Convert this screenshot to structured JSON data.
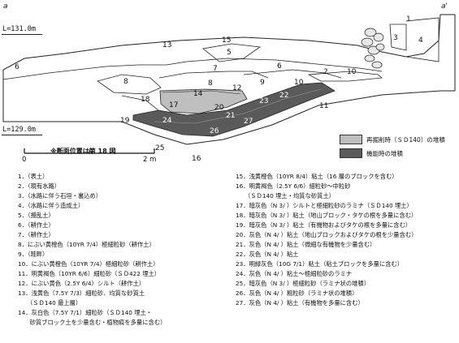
{
  "figure": {
    "corner_left": "a",
    "corner_right": "a'",
    "elev_top": "L=131.0m",
    "elev_bottom": "L=129.0m",
    "note": "※断面位置は第 18 図",
    "scale_zero": "0",
    "scale_two": "2 m",
    "layer_numbers": [
      "1",
      "2",
      "3",
      "4",
      "5",
      "6",
      "6",
      "7",
      "8",
      "8",
      "9",
      "10",
      "10",
      "11",
      "12",
      "13",
      "14",
      "15",
      "16",
      "17",
      "18",
      "19",
      "20",
      "21",
      "22",
      "23",
      "24",
      "25",
      "26",
      "27"
    ]
  },
  "legend": {
    "items": [
      {
        "label": "再掘削時（ＳＤ140）の堆積",
        "color": "#bfbfbf"
      },
      {
        "label": "機能時の堆積",
        "color": "#5a5a5a"
      }
    ]
  },
  "layers_left": [
    "1．（表土）",
    "2．（現有水路）",
    "3．（水路に伴う石垣・裏込め）",
    "4．（水路に伴う造成土）",
    "5．（攪乱土）",
    "6．（耕作土）",
    "7．（耕作土）",
    "8．にぶい黄橙色（10YR 7/4）極細粒砂（耕作土）",
    "9．（畦畔）",
    "10．にぶい黄橙色（10YR 7/4）極細粒砂（耕作土）",
    "11．明黄褐色（10YR 6/6）細粒砂（ＳＤ422 埋土）",
    "12．にぶい黄色（2.5Y 6/4）シルト（耕作土）",
    "13．浅黄色（7.5Y 7/3）細粒砂、均質な砂質土",
    "　　（ＳＤ140 最上層）",
    "14．灰白色（7.5Y 7/1）細粒砂（ＳＤ140 埋土・",
    "　　砂質ブロック土を少量含む・植物痕を多量に含む）"
  ],
  "layers_right": [
    "15．浅黄橙色（10YR 8/4）粘土（16 層のブロックを含む）",
    "16．明黄褐色（2.5Y 6/6）細粒砂～中粒砂",
    "　　（ＳＤ140 埋土・均質な砂質土）",
    "17．暗灰色（N 3/ ）シルトと極細粒砂のラミナ（ＳＤ140 埋土）",
    "18．暗灰色（N 3/ ）粘土（地山ブロック・タケの根を多量に含む）",
    "19．暗灰色（N 3/ ）粘土（有機物およびタケの根を多量に含む）",
    "20．灰色（N 4/ ）粘土（地山ブロックおよびタケの根を少量含む）",
    "21．灰色（N 4/ ）粘土（微細な有機物を少量含む）",
    "22．灰色（N 4/ ）粘土",
    "23．明緑灰色（10G 7/1）粘土（粘土ブロックを多量に含む）",
    "24．灰色（N 4/ ）粘土～極細粒砂のラミナ",
    "25．暗灰色（N 3/ ）極細粒砂（ラミナ状の堆積）",
    "26．灰色（N 4/ ）粗粒砂（ラミナ状の堆積）",
    "27．灰色（N 4/ ）粘土（有機物を多量に含む）"
  ]
}
